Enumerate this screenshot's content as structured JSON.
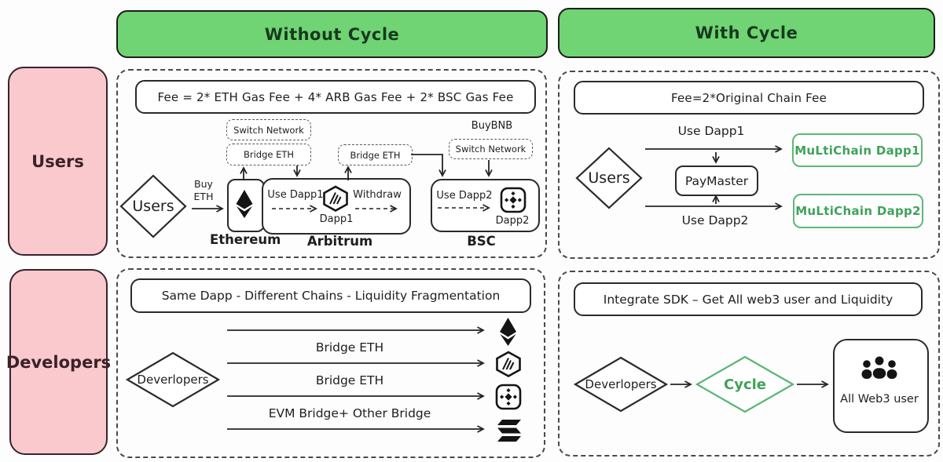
{
  "headers": {
    "without_cycle": "Without Cycle",
    "with_cycle": "With Cycle"
  },
  "sidebar": {
    "users": "Users",
    "developers": "Developers"
  },
  "colors": {
    "header_fill": "#70d374",
    "sidebar_fill": "#f9c9ce",
    "green_accent": "#3fa25a",
    "green_border": "#5cb878",
    "ink": "#1e1e1e"
  },
  "panel_without_users": {
    "fee_formula": "Fee = 2* ETH Gas Fee + 4* ARB Gas Fee + 2* BSC Gas Fee",
    "users_label": "Users",
    "buy_eth_label": "Buy ETH",
    "switch_network_1": "Switch Network",
    "bridge_eth_1": "Bridge ETH",
    "bridge_eth_2": "Bridge ETH",
    "buy_bnb_label": "BuyBNB",
    "switch_network_2": "Switch Network",
    "use_dapp1": "Use Dapp1",
    "dapp1": "Dapp1",
    "withdraw": "Withdraw",
    "use_dapp2": "Use Dapp2",
    "dapp2": "Dapp2",
    "chain_ethereum": "Ethereum",
    "chain_arbitrum": "Arbitrum",
    "chain_bsc": "BSC",
    "icons": [
      "ethereum-icon",
      "arbitrum-icon",
      "bnb-icon"
    ]
  },
  "panel_with_users": {
    "fee_formula": "Fee=2*Original Chain Fee",
    "users_label": "Users",
    "use_dapp1": "Use Dapp1",
    "use_dapp2": "Use Dapp2",
    "paymaster": "PayMaster",
    "multichain_dapp1": "MuLtiChain Dapp1",
    "multichain_dapp2": "MuLtiChain Dapp2"
  },
  "panel_without_developers": {
    "headline": "Same Dapp - Different Chains - Liquidity Fragmentation",
    "developers_label": "Deverlopers",
    "bridge_labels": [
      "Bridge ETH",
      "Bridge ETH",
      "EVM Bridge+ Other Bridge"
    ],
    "icons": [
      "ethereum-icon",
      "arbitrum-icon",
      "bnb-icon",
      "solana-icon"
    ]
  },
  "panel_with_developers": {
    "headline": "Integrate SDK – Get All web3 user and Liquidity",
    "developers_label": "Deverlopers",
    "cycle_label": "Cycle",
    "all_web3_user": "All Web3 user",
    "icons": [
      "users-group-icon"
    ]
  }
}
